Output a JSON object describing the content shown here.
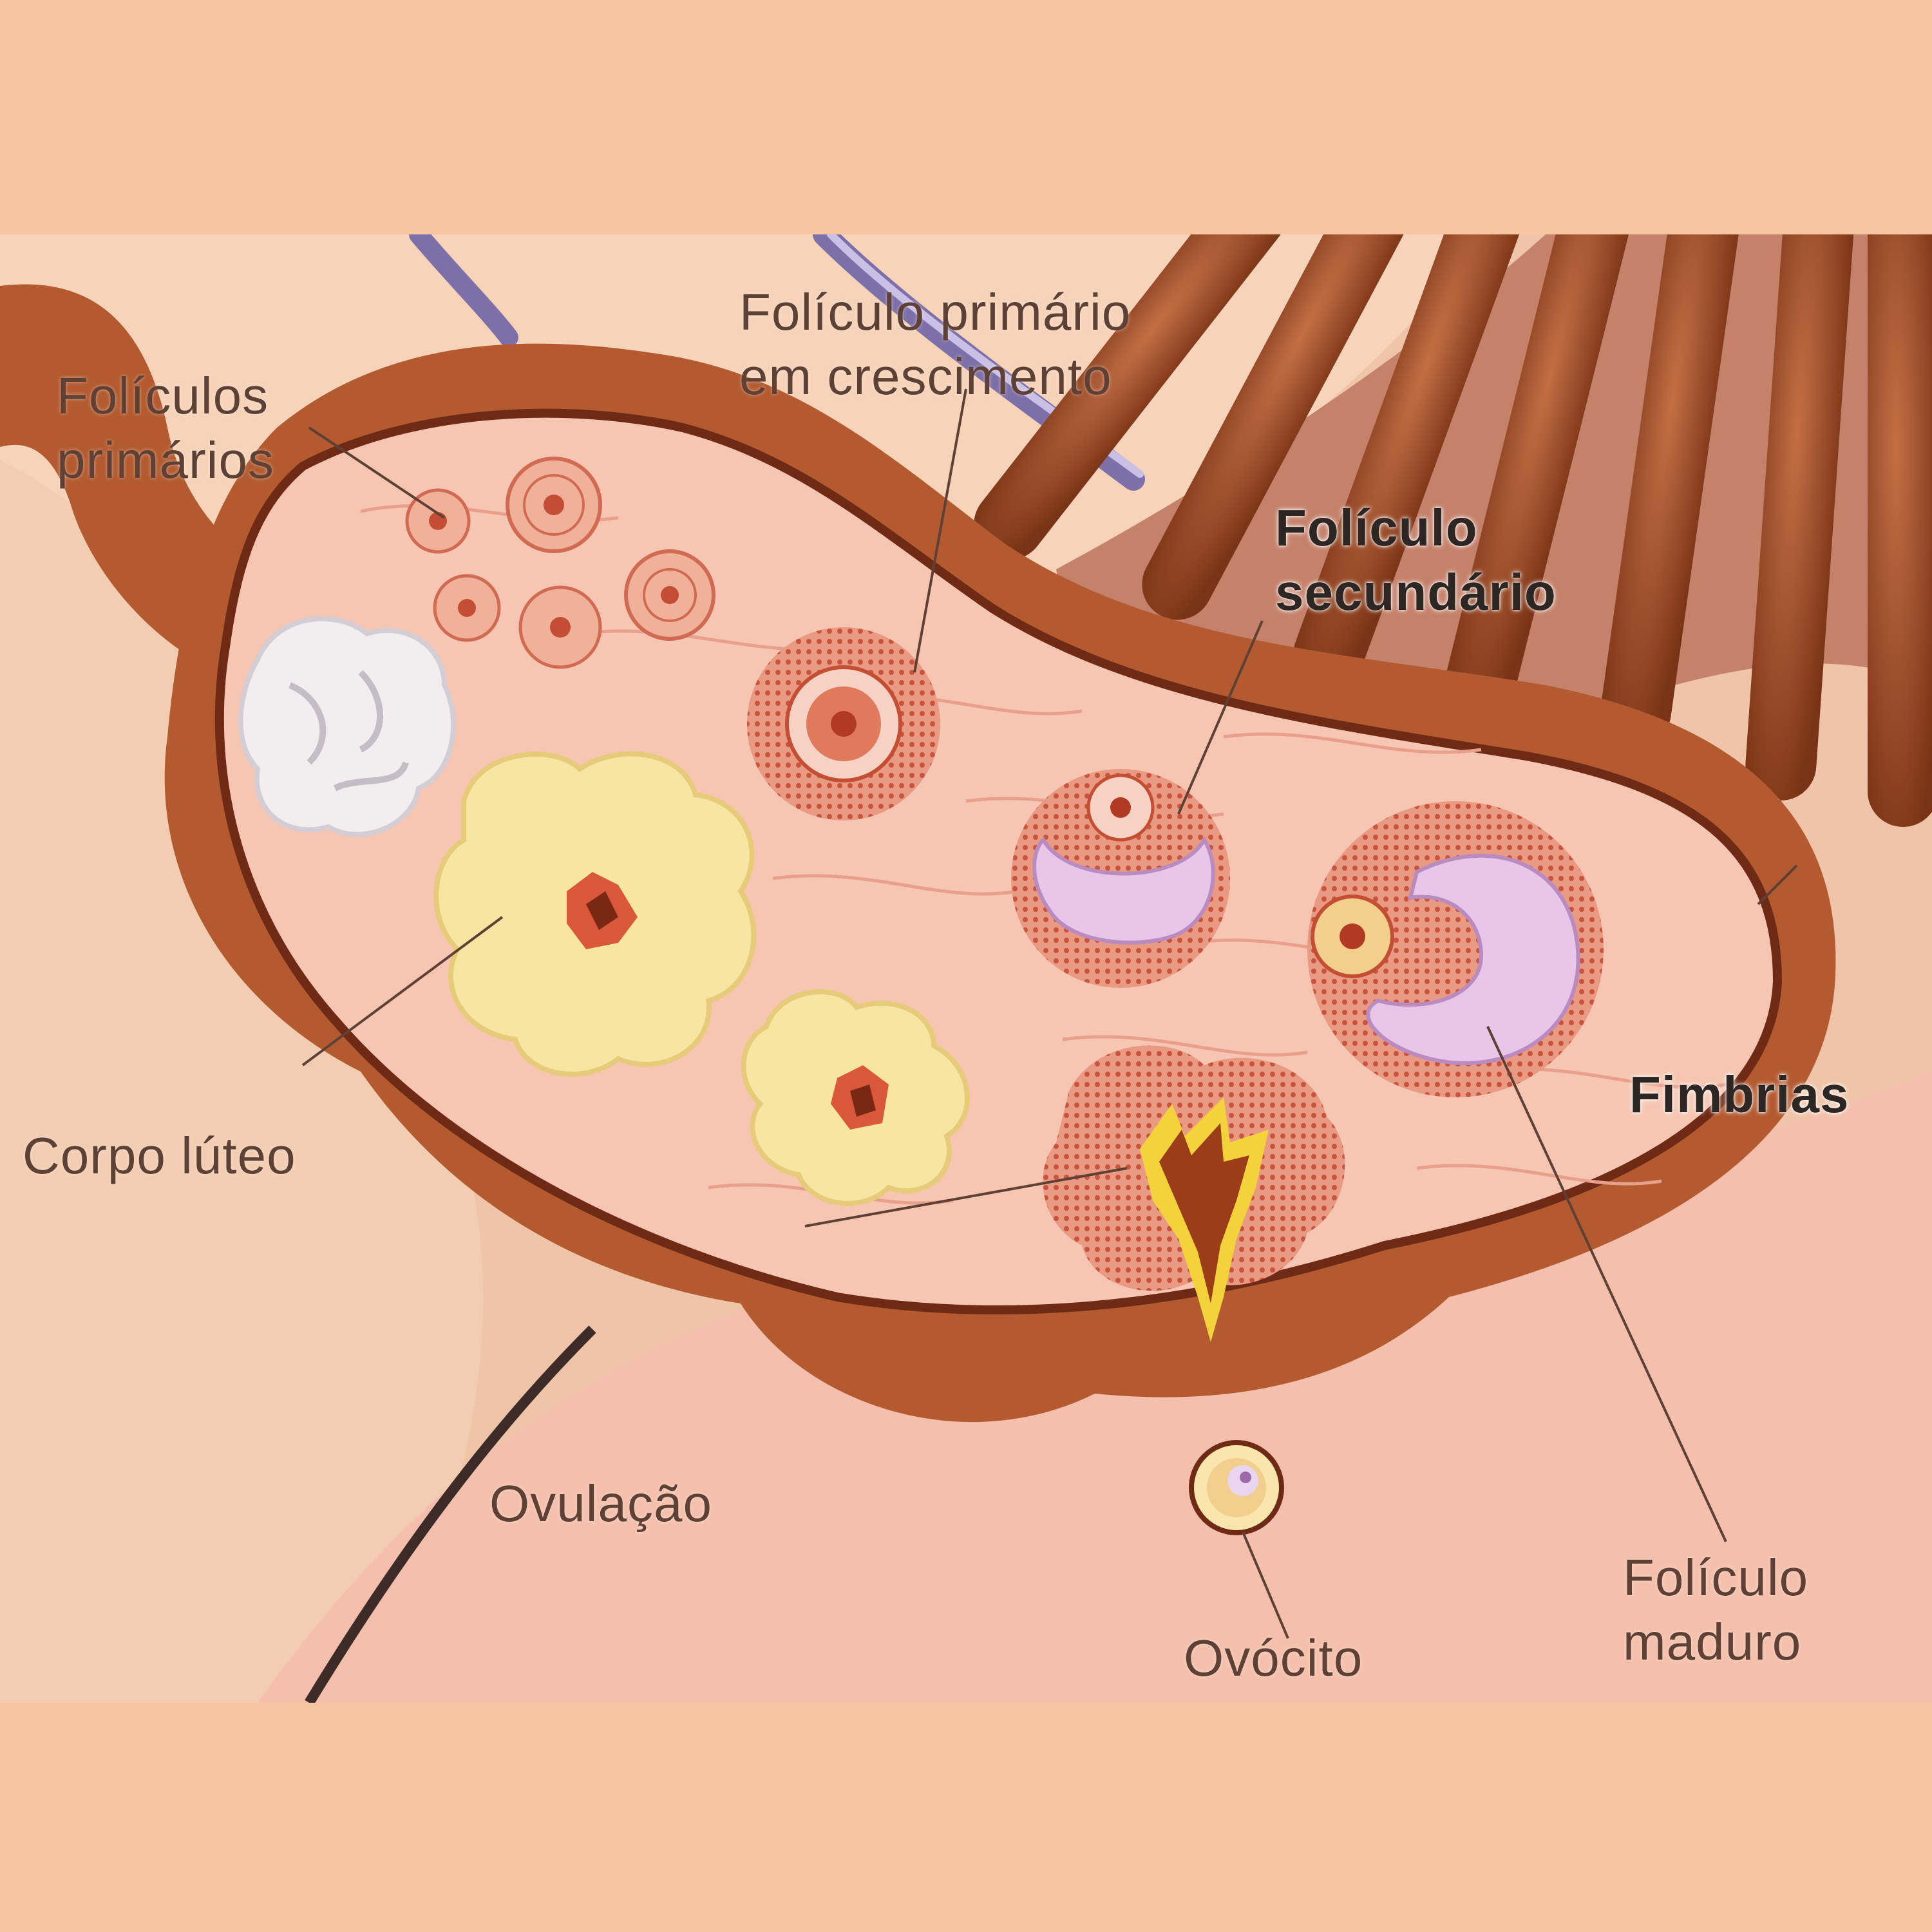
{
  "colors": {
    "background": "#f8c5a2",
    "ovary_outer": "#b35a30",
    "ovary_inner": "#f6c6b3",
    "corpus_luteum": "#f7e6a2",
    "antrum": "#e7c6ea"
  },
  "labels": {
    "foliculos_primarios": [
      "Folículos",
      "primários"
    ],
    "foliculo_primario_crescimento": [
      "Folículo primário",
      "em crescimento"
    ],
    "foliculo_secundario": [
      "Folículo",
      "secundário"
    ],
    "corpo_luteo": "Corpo lúteo",
    "fimbrias": "Fimbrias",
    "ovulacao": "Ovulação",
    "ovocito": "Ovócito",
    "foliculo_maduro": [
      "Folículo",
      "maduro"
    ]
  }
}
